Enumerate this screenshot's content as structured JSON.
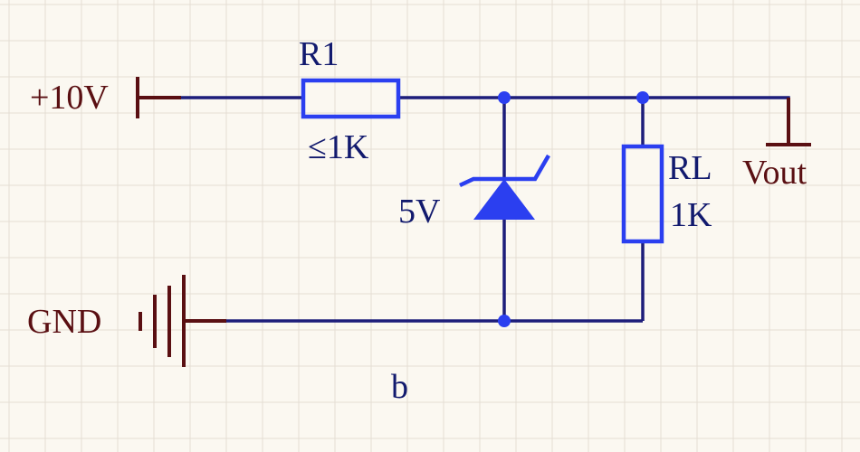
{
  "colors": {
    "background": "#fbf8f1",
    "grid": "#e4ded4",
    "wire": "#1d1d7a",
    "component": "#2b3ff0",
    "junction": "#2b3ff0",
    "power_symbol": "#5a0f12",
    "power_text": "#5a0f12",
    "component_text": "#121a6e"
  },
  "power": {
    "vin_label": "+10V",
    "gnd_label": "GND",
    "vout_label": "Vout"
  },
  "components": {
    "r1": {
      "designator": "R1",
      "value": "≤1K"
    },
    "zener": {
      "value": "5V"
    },
    "rl": {
      "designator": "RL",
      "value": "1K"
    }
  },
  "caption": "b",
  "icons": [
    "power-port-bar-icon",
    "ground-icon",
    "resistor-icon",
    "zener-diode-icon",
    "junction-dot-icon"
  ]
}
